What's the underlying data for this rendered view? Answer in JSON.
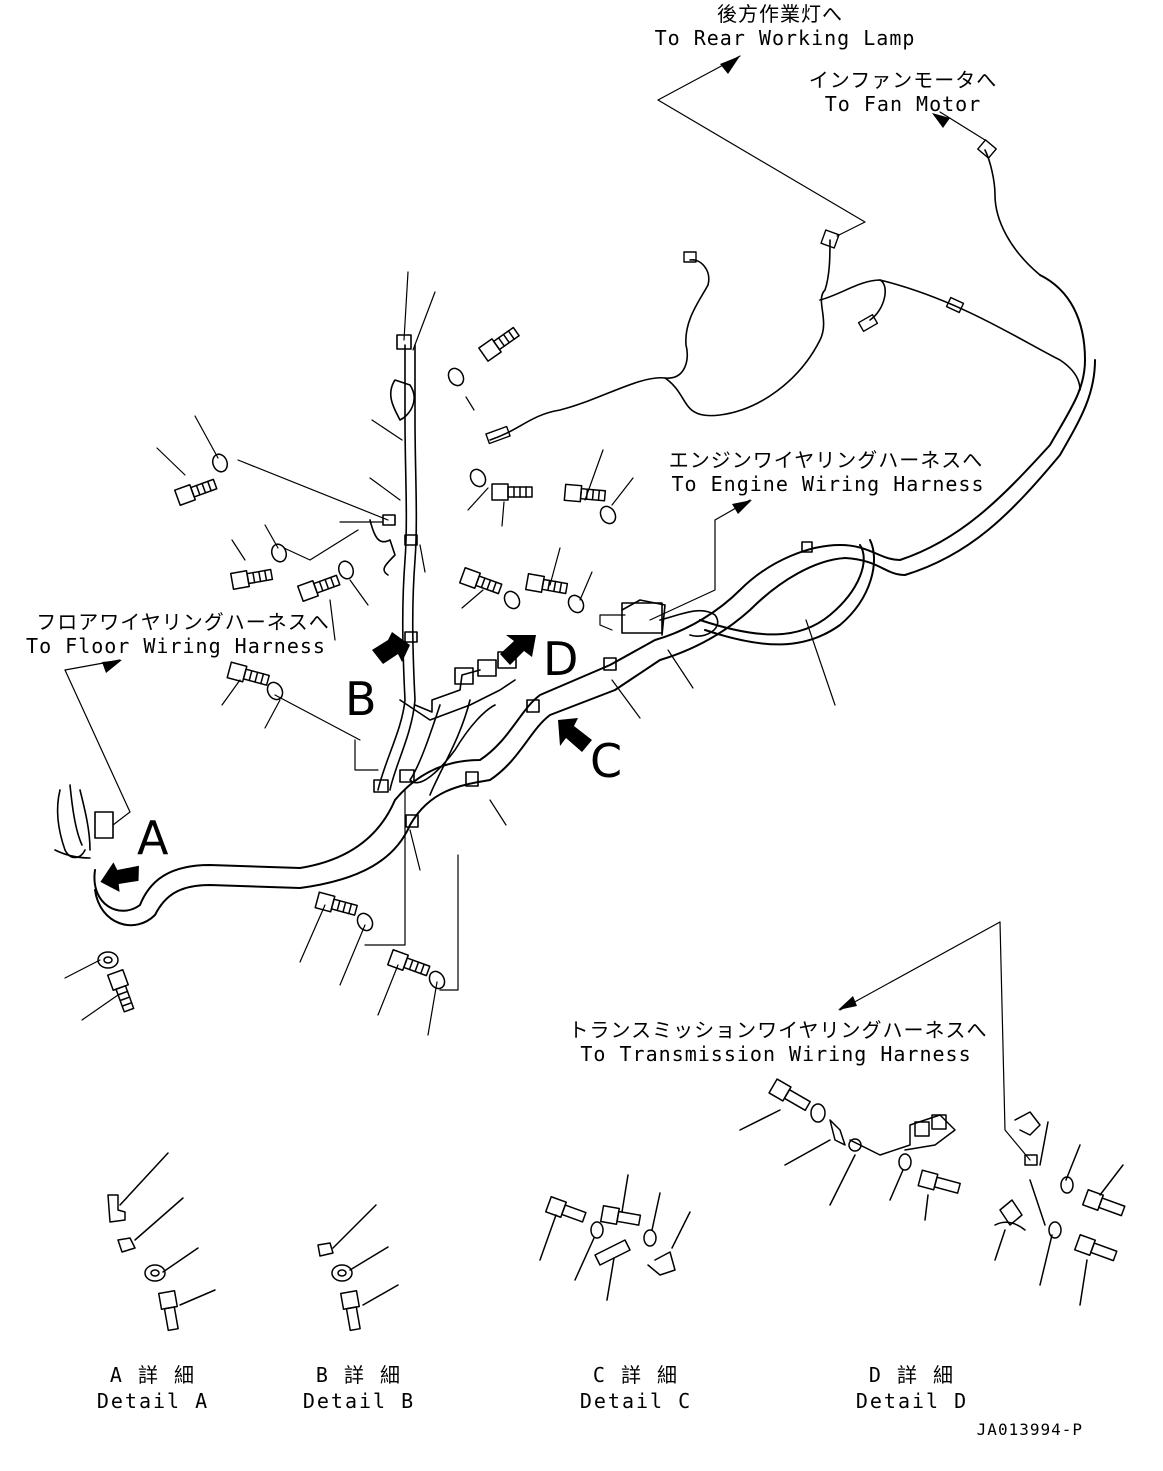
{
  "labels": {
    "rear_lamp_jp": "後方作業灯へ",
    "rear_lamp_en": "To Rear Working Lamp",
    "fan_motor_jp": "インファンモータへ",
    "fan_motor_en": "To Fan Motor",
    "engine_jp": "エンジンワイヤリングハーネスへ",
    "engine_en": "To Engine Wiring Harness",
    "floor_jp": "フロアワイヤリングハーネスへ",
    "floor_en": "To Floor Wiring Harness",
    "transmission_jp": "トランスミッションワイヤリングハーネスへ",
    "transmission_en": "To Transmission Wiring Harness"
  },
  "view_letters": {
    "a": "A",
    "b": "B",
    "c": "C",
    "d": "D"
  },
  "details": [
    {
      "jp": "A 詳 細",
      "en": "Detail A"
    },
    {
      "jp": "B 詳 細",
      "en": "Detail B"
    },
    {
      "jp": "C 詳 細",
      "en": "Detail C"
    },
    {
      "jp": "D 詳 細",
      "en": "Detail D"
    }
  ],
  "doc_id": "JA013994-P"
}
